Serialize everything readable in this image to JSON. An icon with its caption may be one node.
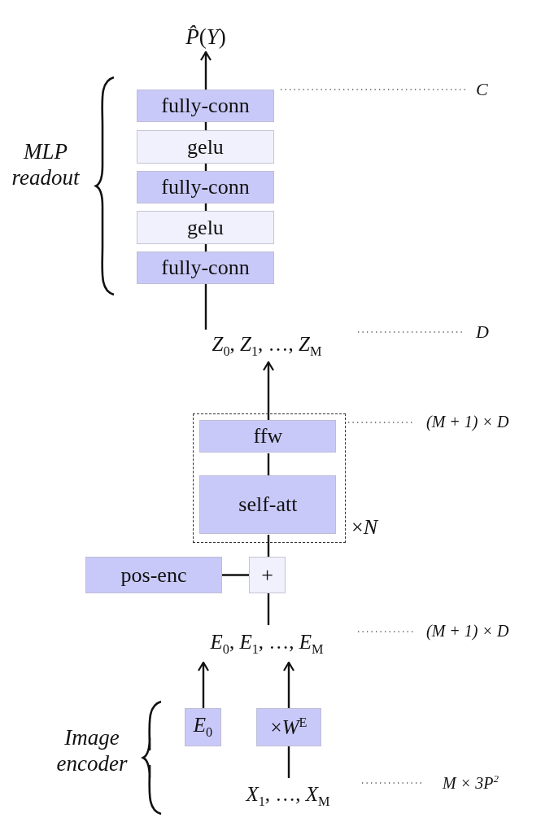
{
  "diagram": {
    "nodes": [
      {
        "text": [
          "*P̂*(*Y*)"
        ]
      },
      {
        "text": [
          "fully-conn"
        ]
      },
      {
        "text": [
          "gelu"
        ]
      },
      {
        "text": [
          "fully-conn"
        ]
      },
      {
        "text": [
          "gelu"
        ]
      },
      {
        "text": [
          "fully-conn"
        ]
      },
      {
        "text": [
          "*Z*$_{0}$, *Z*$_{1}$, …, *Z*$_{M}$"
        ]
      },
      {
        "text": [],
        "shape": "box",
        "beside": [
          "×*N*"
        ]
      },
      {
        "text": [
          "ffw"
        ],
        "in": 7
      },
      {
        "text": [
          "self-att"
        ],
        "in": 7
      },
      {
        "text": [
          "pos-enc"
        ]
      },
      {
        "text": [
          "+"
        ]
      },
      {
        "text": [
          "*E*$_{0}$, *E*$_{1}$, …, *E*$_{M}$"
        ]
      },
      {
        "text": [
          "*E*$_{0}$"
        ]
      },
      {
        "text": [
          "×*W*$^{E}$"
        ]
      },
      {
        "text": [
          "*X*$_{1}$, …, *X*$_{M}$"
        ]
      }
    ],
    "edges": [
      {
        "from": 1,
        "to": 0,
        "arrow": "to"
      },
      {
        "from": 2,
        "to": 1,
        "arrow": "none"
      },
      {
        "from": 3,
        "to": 2,
        "arrow": "none"
      },
      {
        "from": 4,
        "to": 3,
        "arrow": "none"
      },
      {
        "from": 5,
        "to": 4,
        "arrow": "none"
      },
      {
        "from": 6,
        "to": 5,
        "arrow": "none"
      },
      {
        "from": 8,
        "to": 6,
        "arrow": "to"
      },
      {
        "from": 9,
        "to": 8,
        "arrow": "none"
      },
      {
        "from": 11,
        "to": 9,
        "arrow": "none"
      },
      {
        "from": 10,
        "to": 11,
        "arrow": "none"
      },
      {
        "from": 12,
        "to": 11,
        "arrow": "none"
      },
      {
        "from": 13,
        "to": 12,
        "arrow": "to"
      },
      {
        "from": 14,
        "to": 12,
        "arrow": "to"
      },
      {
        "from": 15,
        "to": 14,
        "arrow": "none"
      }
    ],
    "labels": [
      "C",
      "MLP readout",
      "D",
      "(M + 1) × D",
      "(M + 1) × D",
      "Image encoder",
      "M × 3P$^{2}$"
    ]
  }
}
